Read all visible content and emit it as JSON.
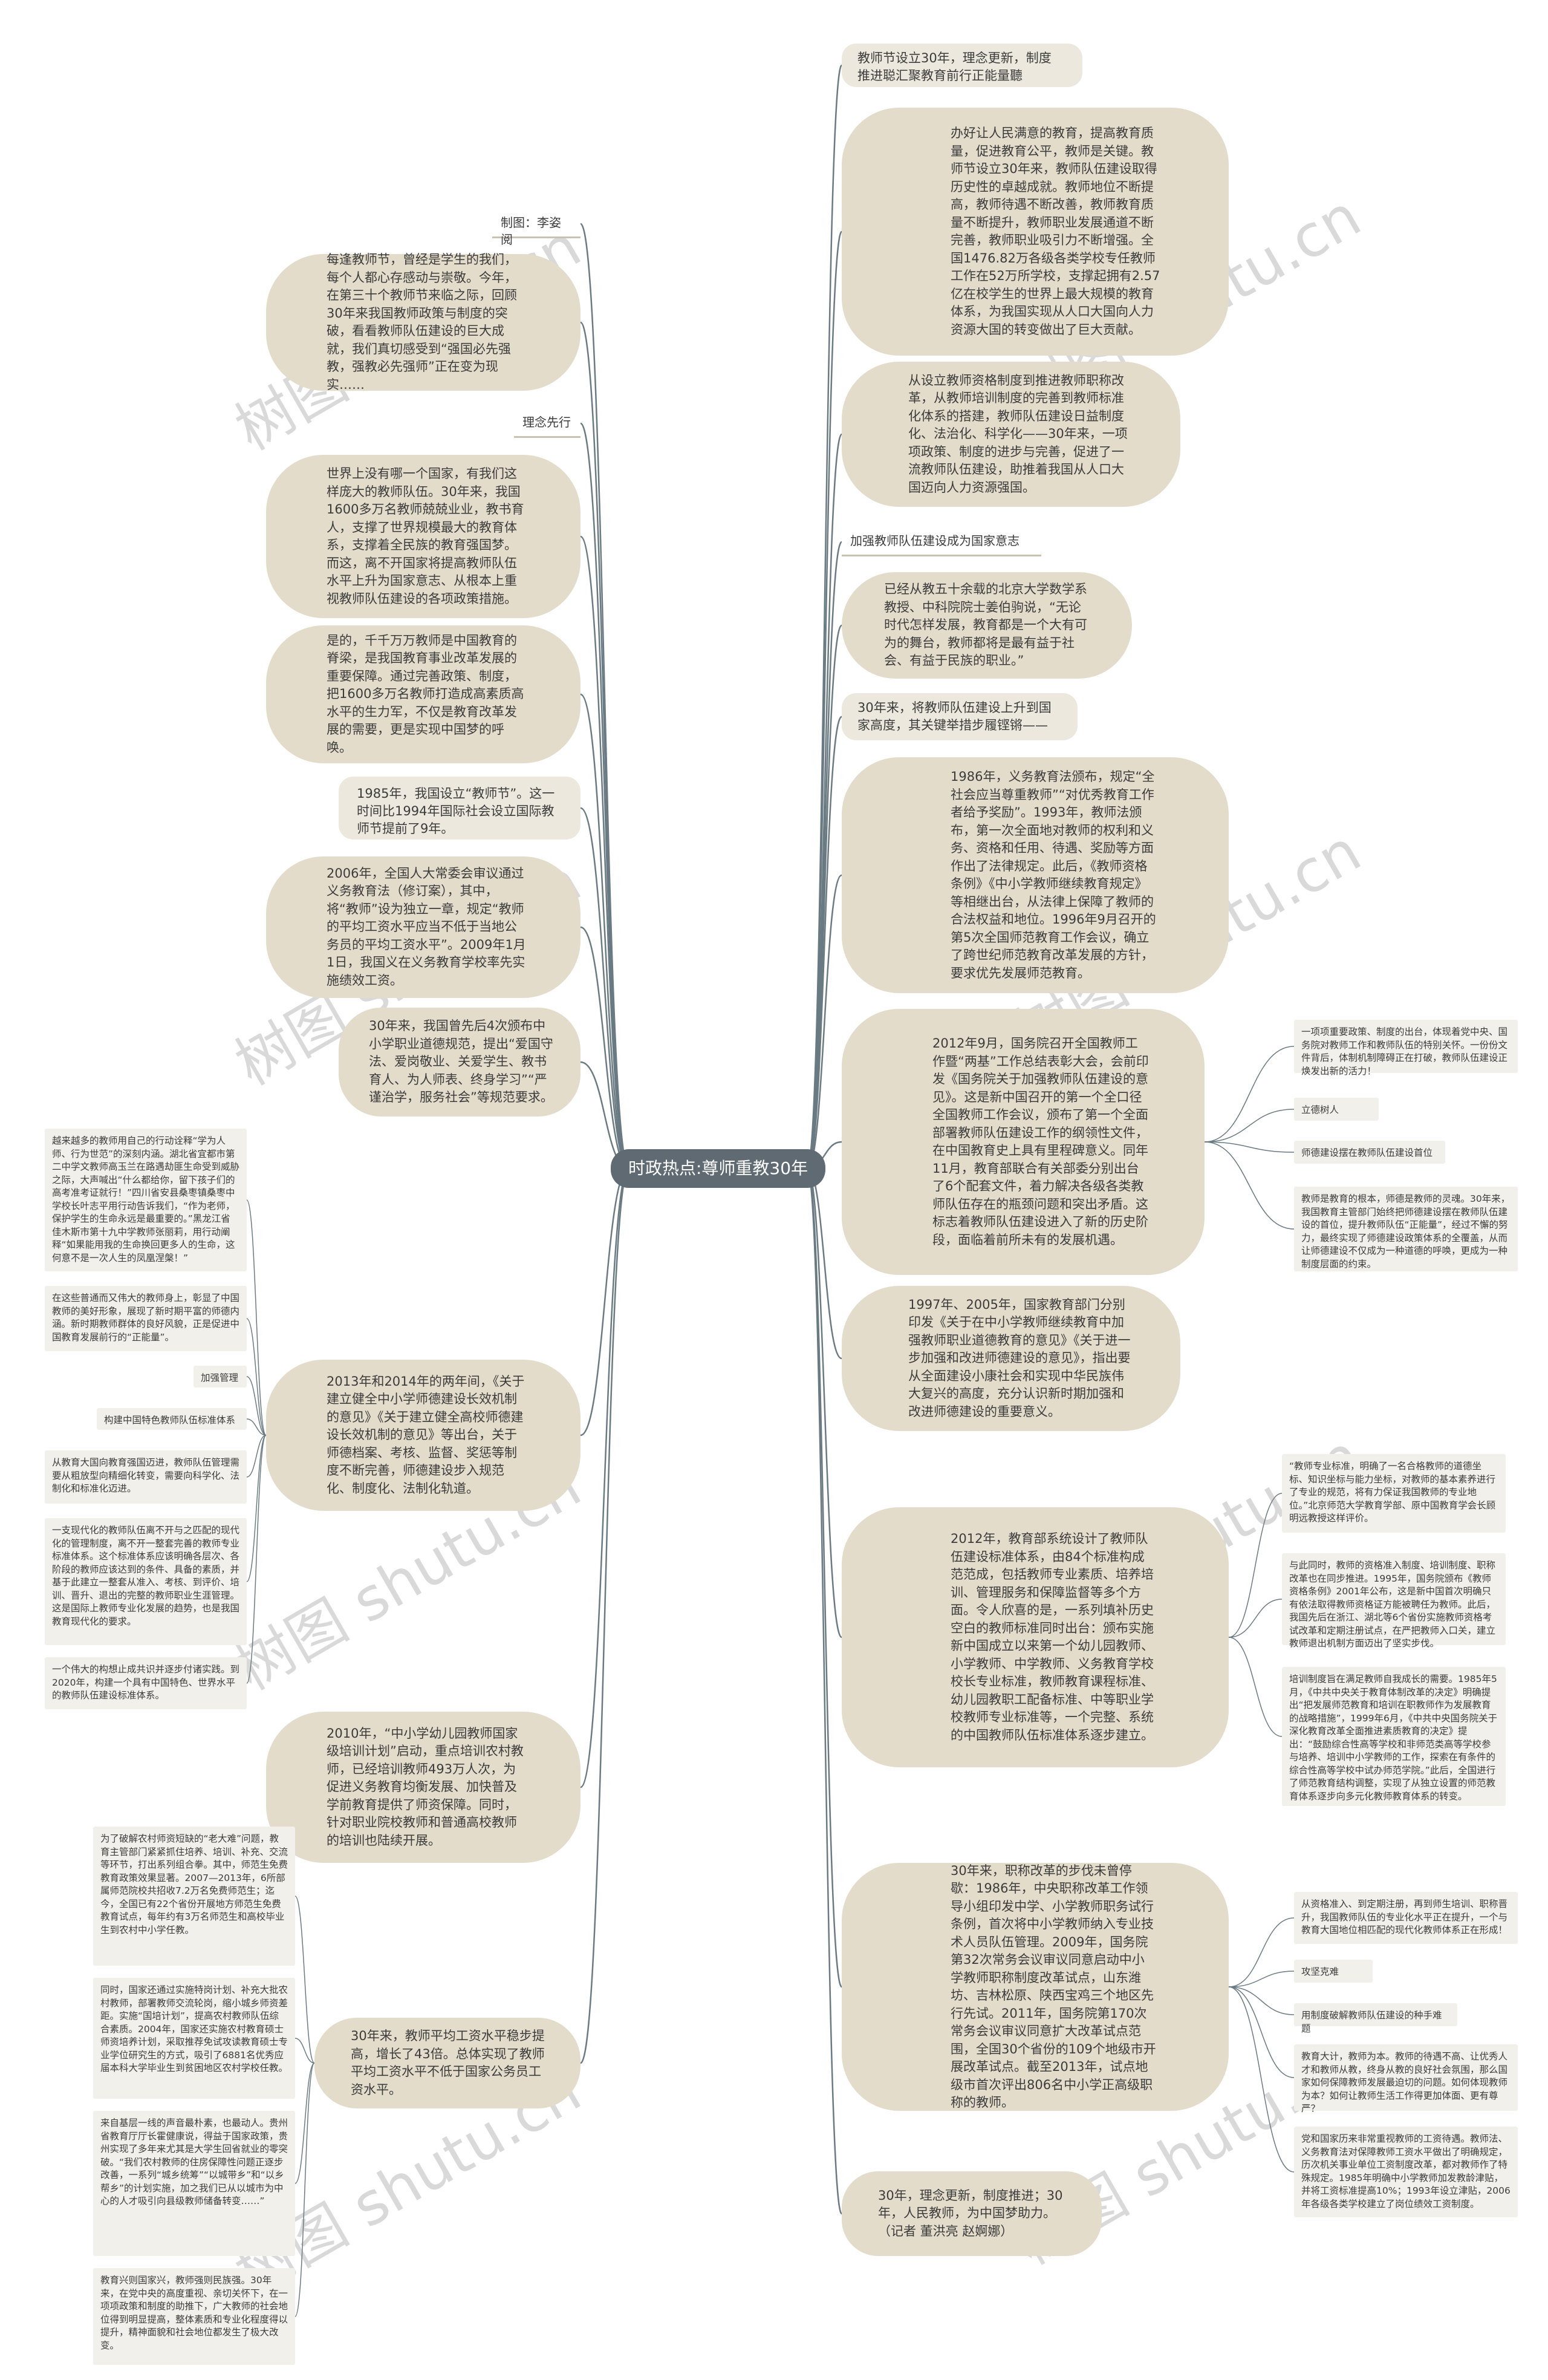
{
  "center": "时政热点:尊师重教30年",
  "right": [
    {
      "text": "教师节设立30年，理念更新，制度\n推进聪汇聚教育前行正能量聽"
    },
    {
      "text": "办好让人民满意的教育，提高教育质量，促进教育公平，教师是关键。教师节设立30年来，教师队伍建设取得历史性的卓越成就。教师地位不断提高，教师待遇不断改善，教师教育质量不断提升，教师职业发展通道不断完善，教师职业吸引力不断增强。全国1476.82万各级各类学校专任教师工作在52万所学校，支撑起拥有2.57亿在校学生的世界上最大规模的教育体系，为我国实现从人口大国向人力资源大国的转变做出了巨大贡献。"
    },
    {
      "text": "从设立教师资格制度到推进教师职称改革，从教师培训制度的完善到教师标准化体系的搭建，教师队伍建设日益制度化、法治化、科学化——30年来，一项项政策、制度的进步与完善，促进了一流教师队伍建设，助推着我国从人口大国迈向人力资源强国。"
    },
    {
      "text": "加强教师队伍建设成为国家意志"
    },
    {
      "text": "已经从教五十余载的北京大学数学系教授、中科院院士姜伯驹说，“无论时代怎样发展，教育都是一个大有可为的舞台，教师都将是最有益于社会、有益于民族的职业。”"
    },
    {
      "text": "30年来，将教师队伍建设上升到国家高度，其关键举措步履铿锵——"
    },
    {
      "text": "1986年，义务教育法颁布，规定“全社会应当尊重教师”“对优秀教育工作者给予奖励”。1993年，教师法颁布，第一次全面地对教师的权利和义务、资格和任用、待遇、奖励等方面作出了法律规定。此后，《教师资格条例》《中小学教师继续教育规定》等相继出台，从法律上保障了教师的合法权益和地位。1996年9月召开的第5次全国师范教育工作会议，确立了跨世纪师范教育改革发展的方针，要求优先发展师范教育。"
    },
    {
      "text": "2012年9月，国务院召开全国教师工作暨“两基”工作总结表彰大会，会前印发《国务院关于加强教师队伍建设的意见》。这是新中国召开的第一个全口径全国教师工作会议，颁布了第一个全面部署教师队伍建设工作的纲领性文件，在中国教育史上具有里程碑意义。同年11月，教育部联合有关部委分别出台了6个配套文件，着力解决各级各类教师队伍存在的瓶颈问题和突出矛盾。这标志着教师队伍建设进入了新的历史阶段，面临着前所未有的发展机遇。"
    },
    {
      "text": "1997年、2005年，国家教育部门分别印发《关于在中小学教师继续教育中加强教师职业道德教育的意见》《关于进一步加强和改进师德建设的意见》，指出要从全面建设小康社会和实现中华民族伟大复兴的高度，充分认识新时期加强和改进师德建设的重要意义。"
    },
    {
      "text": "2012年，教育部系统设计了教师队伍建设标准体系，由84个标准构成范范成，包括教师专业素质、培养培训、管理服务和保障监督等多个方面。令人欣喜的是，一系列填补历史空白的教师标准同时出台：颁布实施新中国成立以来第一个幼儿园教师、小学教师、中学教师、义务教育学校校长专业标准，教师教育课程标准、幼儿园教职工配备标准、中等职业学校教师专业标准等，一个完整、系统的中国教师队伍标准体系逐步建立。"
    },
    {
      "text": "30年来，职称改革的步伐未曾停歇：1986年，中央职称改革工作领导小组印发中学、小学教师职务试行条例，首次将中小学教师纳入专业技术人员队伍管理。2009年，国务院第32次常务会议审议同意启动中小学教师职称制度改革试点，山东潍坊、吉林松原、陕西宝鸡三个地区先行先试。2011年，国务院第170次常务会议审议同意扩大改革试点范围，全国30个省份的109个地级市开展改革试点。截至2013年，试点地级市首次评出806名中小学正高级职称的教师。"
    },
    {
      "text": "30年，理念更新，制度推进；30年，人民教师，为中国梦助力。（记者 董洪亮 赵婀娜）"
    }
  ],
  "left": [
    {
      "text": "制图：李姿阅"
    },
    {
      "text": "每逢教师节，曾经是学生的我们，每个人都心存感动与崇敬。今年，在第三十个教师节来临之际，回顾30年来我国教师政策与制度的突破，看看教师队伍建设的巨大成就，我们真切感受到“强国必先强教，强教必先强师”正在变为现实……"
    },
    {
      "text": "理念先行"
    },
    {
      "text": "世界上没有哪一个国家，有我们这样庞大的教师队伍。30年来，我国1600多万名教师兢兢业业，教书育人，支撑了世界规模最大的教育体系，支撑着全民族的教育强国梦。而这，离不开国家将提高教师队伍水平上升为国家意志、从根本上重视教师队伍建设的各项政策措施。"
    },
    {
      "text": "是的，千千万万教师是中国教育的脊梁，是我国教育事业改革发展的重要保障。通过完善政策、制度，把1600多万名教师打造成高素质高水平的生力军，不仅是教育改革发展的需要，更是实现中国梦的呼唤。"
    },
    {
      "text": "1985年，我国设立“教师节”。这一时间比1994年国际社会设立国际教师节提前了9年。"
    },
    {
      "text": "2006年，全国人大常委会审议通过义务教育法（修订案），其中，将“教师”设为独立一章，规定“教师的平均工资水平应当不低于当地公务员的平均工资水平”。2009年1月1日，我国义在义务教育学校率先实施绩效工资。"
    },
    {
      "text": "30年来，我国曾先后4次颁布中小学职业道德规范，提出“爱国守法、爱岗敬业、关爱学生、教书育人、为人师表、终身学习”“严谨治学，服务社会”等规范要求。"
    },
    {
      "text": "2013年和2014年的两年间，《关于建立健全中小学师德建设长效机制的意见》《关于建立健全高校师德建设长效机制的意见》等出台，关于师德档案、考核、监督、奖惩等制度不断完善，师德建设步入规范化、制度化、法制化轨道。"
    },
    {
      "text": "2010年，“中小学幼儿园教师国家级培训计划”启动，重点培训农村教师，已经培训教师493万人次，为促进义务教育均衡发展、加快普及学前教育提供了师资保障。同时，针对职业院校教师和普通高校教师的培训也陆续开展。"
    },
    {
      "text": "30年来，教师平均工资水平稳步提高，增长了43倍。总体实现了教师平均工资水平不低于国家公务员工资水平。"
    }
  ],
  "notes_right": [
    {
      "text": "一项项重要政策、制度的出台，体现着党中央、国务院对教师工作和教师队伍的特别关怀。一份份文件背后，体制机制障碍正在打破，教师队伍建设正焕发出新的活力！"
    },
    {
      "text": "立德树人"
    },
    {
      "text": "师德建设摆在教师队伍建设首位"
    },
    {
      "text": "教师是教育的根本，师德是教师的灵魂。30年来，我国教育主管部门始终把师德建设摆在教师队伍建设的首位，提升教师队伍“正能量”，经过不懈的努力，最终实现了师德建设政策体系的全覆盖，从而让师德建设不仅成为一种道德的呼唤，更成为一种制度层面的约束。"
    },
    {
      "text": "“教师专业标准，明确了一名合格教师的道德坐标、知识坐标与能力坐标，对教师的基本素养进行了专业的规范，将有力保证我国教师的专业地位。”北京师范大学教育学部、原中国教育学会长顾明远教授这样评价。"
    },
    {
      "text": "与此同时，教师的资格准入制度、培训制度、职称改革也在同步推进。1995年，国务院颁布《教师资格条例》2001年公布，这是新中国首次明确只有依法取得教师资格证方能被聘任为教师。此后，我国先后在浙江、湖北等6个省份实施教师资格考试改革和定期注册试点，在严把教师入口关，建立教师退出机制方面迈出了坚实步伐。"
    },
    {
      "text": "培训制度旨在满足教师自我成长的需要。1985年5月，《中共中央关于教育体制改革的决定》明确提出“把发展师范教育和培训在职教师作为发展教育的战略措施”，1999年6月，《中共中央国务院关于深化教育改革全面推进素质教育的决定》提出：“鼓励综合性高等学校和非师范类高等学校参与培养、培训中小学教师的工作，探索在有条件的综合性高等学校中试办师范学院。”此后，全国进行了师范教育结构调整，实现了从独立设置的师范教育体系逐步向多元化教师教育体系的转变。"
    },
    {
      "text": "从资格准入、到定期注册，再到师生培训、职称晋升，我国教师队伍的专业化水平正在提升，一个与教育大国地位相匹配的现代化教师体系正在形成！"
    },
    {
      "text": "攻坚克难"
    },
    {
      "text": "用制度破解教师队伍建设的种手难题"
    },
    {
      "text": "教育大计，教师为本。教师的待遇不高、让优秀人才和教师从教，终身从教的良好社会氛围，那么国家如何保障教师发展最迫切的问题。如何体现教师为本？如何让教师生活工作得更加体面、更有尊严？"
    },
    {
      "text": "党和国家历来非常重视教师的工资待遇。教师法、义务教育法对保障教师工资水平做出了明确规定，历次机关事业单位工资制度改革，都对教师作了特殊规定。1985年明确中小学教师加发教龄津贴，并将工资标准提高10%；1993年设立津贴，2006年各级各类学校建立了岗位绩效工资制度。"
    }
  ],
  "notes_left": [
    {
      "text": "越来越多的教师用自己的行动诠释“学为人师、行为世范”的深刻内涵。湖北省宜都市第二中学文教师高玉兰在路遇劫匪生命受到威胁之际，大声喊出“什么都给你，留下孩子们的高考准考证就行！”四川省安县桑枣镇桑枣中学校长叶志平用行动告诉我们，“作为老师，保护学生的生命永远是最重要的。”黑龙江省佳木斯市第十九中学教师张丽莉，用行动阐释“如果能用我的生命换回更多人的生命，这何意不是一次人生的凤凰涅槃！”"
    },
    {
      "text": "在这些普通而又伟大的教师身上，彰显了中国教师的美好形象，展现了新时期平富的师德内涵。新时期教师群体的良好风貌，正是促进中国教育发展前行的“正能量”。"
    },
    {
      "text": "加强管理"
    },
    {
      "text": "构建中国特色教师队伍标准体系"
    },
    {
      "text": "从教育大国向教育强国迈进，教师队伍管理需要从粗放型向精细化转变，需要向科学化、法制化和标准化迈进。"
    },
    {
      "text": "一支现代化的教师队伍离不开与之匹配的现代化的管理制度，离不开一整套完善的教师专业标准体系。这个标准体系应该明确各层次、各阶段的教师应该达到的条件、具备的素质，并基于此建立一整套从准入、考核、到评价、培训、晋升、退出的完整的教师职业生涯管理。这是国际上教师专业化发展的趋势，也是我国教育现代化的要求。"
    },
    {
      "text": "一个伟大的构想止成共识并逐步付诸实践。到2020年，构建一个具有中国特色、世界水平的教师队伍建设标准体系。"
    },
    {
      "text": "为了破解农村师资短缺的“老大难”问题，教育主管部门紧紧抓住培养、培训、补充、交流等环节，打出系列组合拳。其中，师范生免费教育政策效果显著。2007—2013年，6所部属师范院校共招收7.2万名免费师范生；迄今，全国已有22个省份开展地方师范生免费教育试点，每年约有3万名师范生和高校毕业生到农村中小学任教。"
    },
    {
      "text": "同时，国家还通过实施特岗计划、补充大批农村教师，部署教师交流轮岗，缩小城乡师资差距。实施“国培计划”，提高农村教师队伍综合素质。2004年，国家还实施农村教育硕士师资培养计划，采取推荐免试攻读教育硕士专业学位研究生的方式，吸引了6881名优秀应届本科大学毕业生到贫困地区农村学校任教。"
    },
    {
      "text": "来自基层一线的声音最朴素，也最动人。贵州省教育厅厅长霍健康说，得益于国家政策，贵州实现了多年来尤其是大学生回省就业的零突破。“我们农村教师的住房保障性问题正逐步改善，一系列“城乡统筹”“以城带乡”和“以乡帮乡”的计划实施，加之我们已从以城市为中心的人才吸引向县级教师储备转变……”"
    },
    {
      "text": "教育兴则国家兴，教师强则民族强。30年来，在党中央的高度重视、亲切关怀下，在一项项政策和制度的助推下，广大教师的社会地位得到明显提高，整体素质和专业化程度得以提升，精神面貌和社会地位都发生了极大改变。"
    }
  ],
  "watermarks": [
    "树图 shutu.cn",
    "树图 shutu.cn",
    "树图 shutu.cn",
    "树图 shutu.cn",
    "树图 shutu.cn",
    "树图 shutu.cn",
    "树图 shutu.cn",
    "树图 shutu.cn",
    "树图 shutu.cn",
    "树图 shutu.cn"
  ],
  "colors": {
    "center_bg": "#5f6a72",
    "bubble_bg": "#e3dccb",
    "connector": "#6a7a82"
  }
}
